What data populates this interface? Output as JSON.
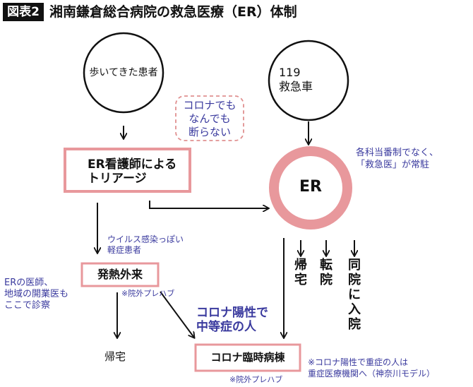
{
  "header": {
    "badge": "図表2",
    "title": "湘南鎌倉総合病院の救急医療（ER）体制"
  },
  "nodes": {
    "walk_in": "歩いてきた患者",
    "ambulance_line1": "119",
    "ambulance_line2": "救急車",
    "er": "ER",
    "triage_line1": "ER看護師による",
    "triage_line2": "トリアージ",
    "fever_clinic": "発熱外来",
    "covid_ward": "コロナ臨時病棟",
    "home": "帰宅"
  },
  "notes": {
    "refuse_line1": "コロナでも",
    "refuse_line2": "なんでも",
    "refuse_line3": "断らない",
    "er_staff_line1": "各科当番制でなく、",
    "er_staff_line2": "「救急医」が常駐",
    "mild_line1": "ウイルス感染っぽい",
    "mild_line2": "軽症患者",
    "doctors_line1": "ERの医師、",
    "doctors_line2": "地域の開業医も",
    "doctors_line3": "ここで診察",
    "prefab_1": "※院外プレハブ",
    "covid_moderate_line1": "コロナ陽性で",
    "covid_moderate_line2": "中等症の人",
    "severe_line1": "※コロナ陽性で重症の人は",
    "severe_line2": "重症医療機関へ（神奈川モデル）",
    "prefab_2": "※院外プレハブ"
  },
  "er_outcomes": {
    "home": "帰宅",
    "transfer": "転院",
    "admit": "同院に入院"
  },
  "colors": {
    "pink": "#e8989c",
    "pink_dashed": "#e09090",
    "blue_text": "#3a3a9e",
    "line": "#111111"
  }
}
